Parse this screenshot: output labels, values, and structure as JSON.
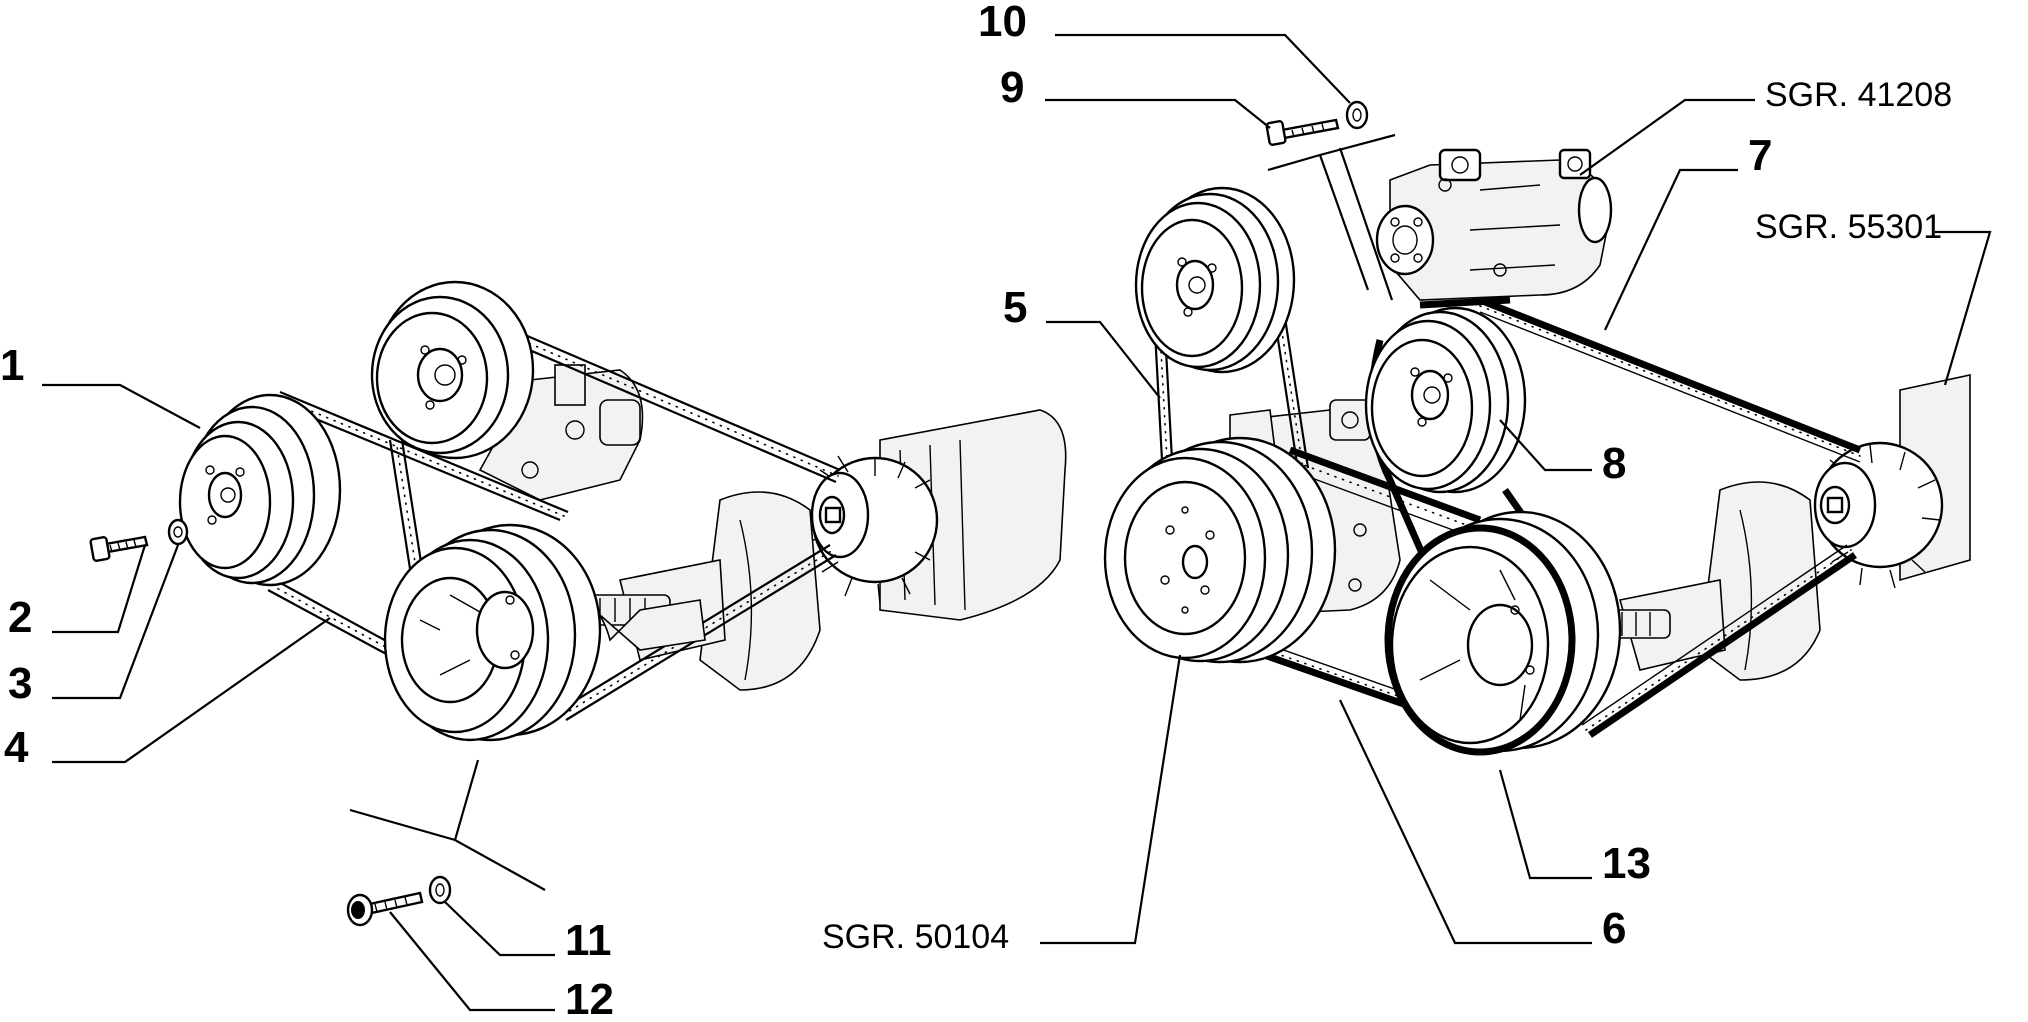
{
  "callouts": {
    "c1": "1",
    "c2": "2",
    "c3": "3",
    "c4": "4",
    "c5": "5",
    "c6": "6",
    "c7": "7",
    "c8": "8",
    "c9": "9",
    "c10": "10",
    "c11": "11",
    "c12": "12",
    "c13": "13"
  },
  "references": {
    "sgr_41208": "SGR. 41208",
    "sgr_55301": "SGR. 55301",
    "sgr_50104": "SGR. 50104"
  }
}
